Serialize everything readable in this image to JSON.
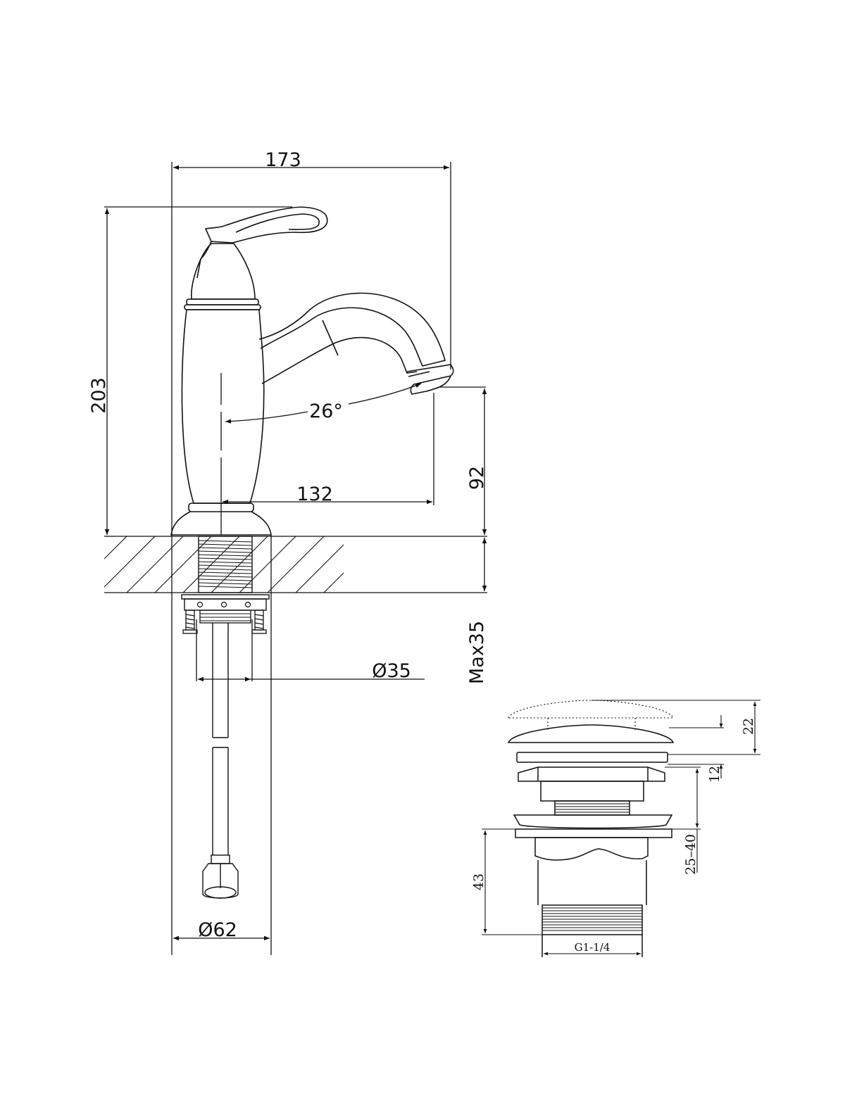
{
  "faucet": {
    "overall_width": "173",
    "overall_height": "203",
    "spout_angle": "26°",
    "spout_reach": "132",
    "spout_height": "92",
    "max_deck_thickness": "Max35",
    "shank_diameter": "Ø35",
    "base_diameter": "Ø62"
  },
  "drain": {
    "cap_lift": "22",
    "flange_height": "12",
    "grip_range": "25–40",
    "body_height": "43",
    "thread_size": "G1-1/4"
  },
  "colors": {
    "line": "#111111",
    "background": "#ffffff"
  }
}
